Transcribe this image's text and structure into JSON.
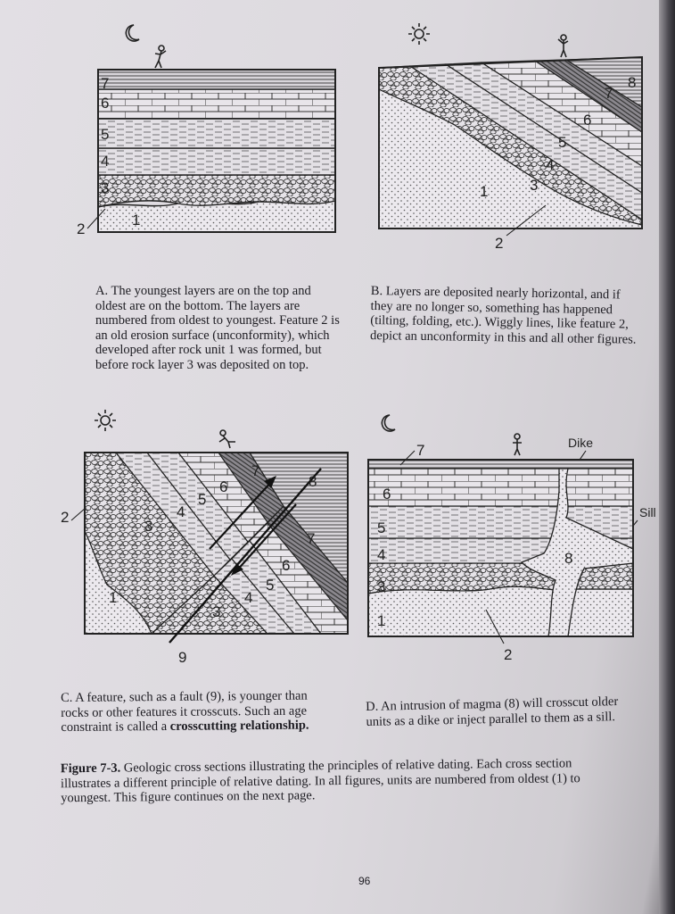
{
  "panels": {
    "a": {
      "caption": "A. The youngest layers are on the top and oldest are on the bottom. The layers are numbered from oldest to youngest. Feature 2 is an old erosion surface (unconformity), which developed after rock unit 1 was formed, but before rock layer 3 was deposited on top.",
      "caption_lines": [
        "A. The youngest layers are on the top and",
        "oldest are on the bottom. The layers are",
        "numbered from oldest to youngest. Feature 2 is",
        "an old erosion surface (unconformity), which",
        "developed after rock unit 1 was formed, but",
        "before rock layer 3 was deposited on top."
      ],
      "labels": [
        "7",
        "6",
        "5",
        "4",
        "3",
        "2",
        "1"
      ],
      "icon": "moon-icon"
    },
    "b": {
      "caption_lines": [
        "B. Layers are deposited nearly horizontal, and if",
        "they are no longer so, something has happened",
        "(tilting, folding, etc.). Wiggly lines, like feature 2,",
        "depict an unconformity in this and all other figures."
      ],
      "labels": [
        "8",
        "7",
        "6",
        "5",
        "4",
        "3",
        "1",
        "2"
      ],
      "icon": "sun-icon"
    },
    "c": {
      "caption_lines": [
        "C. A feature, such as a fault (9), is younger than",
        "rocks or other features it crosscuts. Such an age",
        "constraint is called a"
      ],
      "caption_bold": "crosscutting relationship.",
      "labels": [
        "7",
        "8",
        "6",
        "5",
        "4",
        "3",
        "2",
        "1",
        "7",
        "6",
        "5",
        "4",
        "3",
        "9"
      ],
      "icon": "sun-icon"
    },
    "d": {
      "caption_lines": [
        "D. An intrusion of magma (8) will crosscut older",
        "units as a dike or inject parallel to them as a sill."
      ],
      "labels": [
        "7",
        "6",
        "5",
        "4",
        "3",
        "1",
        "8",
        "2"
      ],
      "dike_label": "Dike",
      "sill_label": "Sill",
      "icon": "moon-icon"
    }
  },
  "figure_caption": {
    "title": "Figure 7-3.",
    "text": "Geologic cross sections illustrating the principles of relative dating. Each cross section illustrates a different principle of relative dating. In all figures, units are numbered from oldest (1) to youngest. This figure continues on the next page."
  },
  "page_number": "96"
}
